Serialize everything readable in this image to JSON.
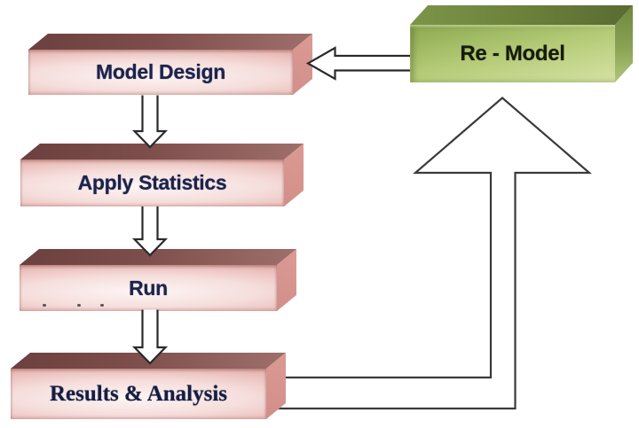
{
  "figure": {
    "type": "flowchart",
    "background_color": "#ffffff",
    "arrow_fill": "#ffffff",
    "arrow_stroke": "#3a3a3a",
    "palette": {
      "pink_front_center": "#fdf5f4",
      "pink_front_edge": "#d49189",
      "pink_top_dark": "#6b403e",
      "pink_top_light": "#9e6f6b",
      "pink_side": "#cf8c86",
      "green_front_top": "#8ba84f",
      "green_front_bottom": "#d6e3a4",
      "green_top_dark": "#596b31",
      "green_top_light": "#7c9547",
      "green_side": "#8aa254",
      "pink_label_color": "#1a2350",
      "green_label_color": "#151a0a"
    },
    "nodes": [
      {
        "id": "model-design",
        "label": "Model Design",
        "style": "pink",
        "font": "sans"
      },
      {
        "id": "apply-statistics",
        "label": "Apply Statistics",
        "style": "pink",
        "font": "sans"
      },
      {
        "id": "run",
        "label": "Run",
        "style": "pink",
        "font": "sans"
      },
      {
        "id": "results-analysis",
        "label": "Results & Analysis",
        "style": "pink",
        "font": "serif"
      },
      {
        "id": "re-model",
        "label": "Re - Model",
        "style": "green",
        "font": "sans"
      }
    ],
    "edges": [
      {
        "from": "model-design",
        "to": "apply-statistics",
        "shape": "down-arrow"
      },
      {
        "from": "apply-statistics",
        "to": "run",
        "shape": "down-arrow"
      },
      {
        "from": "run",
        "to": "results-analysis",
        "shape": "down-arrow"
      },
      {
        "from": "results-analysis",
        "to": "re-model",
        "shape": "elbow-up-arrow"
      },
      {
        "from": "re-model",
        "to": "model-design",
        "shape": "left-arrow"
      }
    ],
    "decor": {
      "run_box_speck_count": 3
    }
  }
}
